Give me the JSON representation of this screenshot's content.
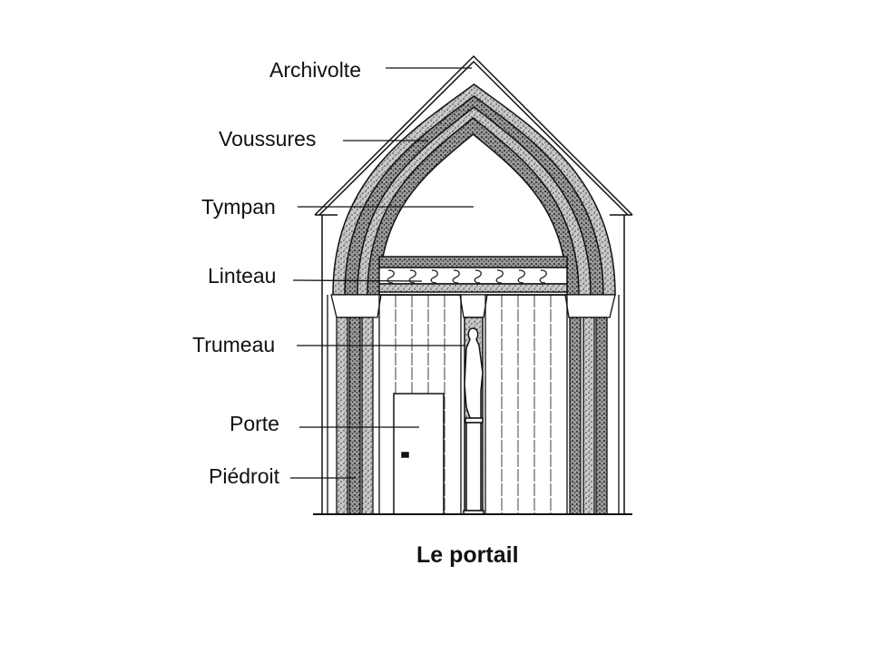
{
  "title": "Le portail",
  "labels": [
    {
      "id": "archivolte",
      "text": "Archivolte"
    },
    {
      "id": "voussures",
      "text": "Voussures"
    },
    {
      "id": "tympan",
      "text": "Tympan"
    },
    {
      "id": "linteau",
      "text": "Linteau"
    },
    {
      "id": "trumeau",
      "text": "Trumeau"
    },
    {
      "id": "porte",
      "text": "Porte"
    },
    {
      "id": "piedroit",
      "text": "Piédroit"
    }
  ],
  "colors": {
    "ink": "#111111",
    "stipple": "#8a8a8a"
  }
}
